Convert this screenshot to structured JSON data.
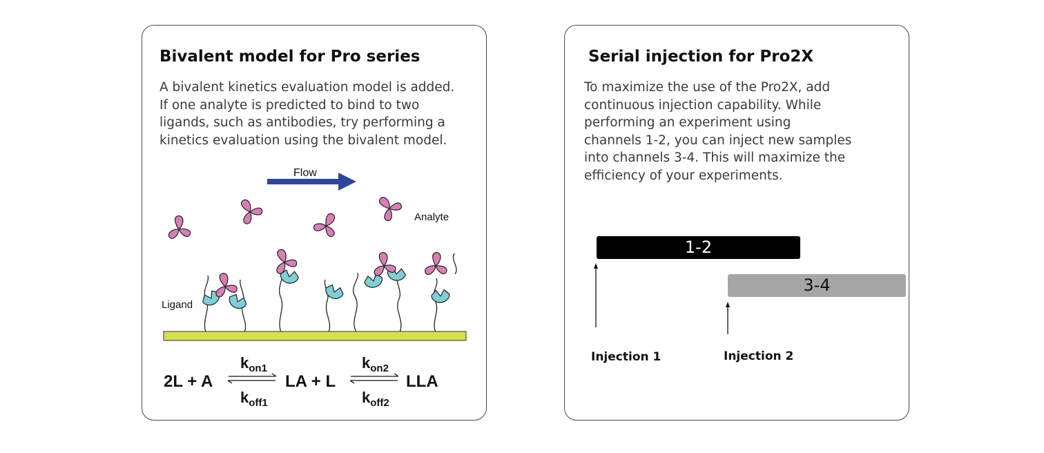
{
  "left_card": {
    "title": "Bivalent model for Pro series",
    "body_lines": [
      "A bivalent kinetics evaluation model is added.",
      "If one analyte is predicted to bind to two",
      "ligands, such as antibodies, try performing a",
      "kinetics evaluation using the bivalent model."
    ],
    "diagram": {
      "flow_label": "Flow",
      "analyte_label": "Analyte",
      "ligand_label": "Ligand",
      "colors": {
        "analyte": "#d97eb4",
        "ligand": "#7ecfd6",
        "surface": "#d6e04a",
        "flow_arrow": "#2e479c"
      },
      "equation": {
        "left": "2L + A",
        "middle": "LA + L",
        "right": "LLA",
        "k_on1_base": "k",
        "k_on1_sub": "on1",
        "k_off1_base": "k",
        "k_off1_sub": "off1",
        "k_on2_base": "k",
        "k_on2_sub": "on2",
        "k_off2_base": "k",
        "k_off2_sub": "off2"
      }
    }
  },
  "right_card": {
    "title": "Serial injection for Pro2X",
    "body_lines": [
      "To maximize the use of the Pro2X, add",
      "continuous injection capability. While",
      "performing an experiment using",
      "channels 1-2, you can inject new samples",
      "into channels 3-4. This will maximize the",
      "efficiency of your experiments."
    ],
    "timeline": {
      "bar1_label": "1-2",
      "bar2_label": "3-4",
      "injection1_label": "Injection 1",
      "injection2_label": "Injection 2",
      "colors": {
        "bar1": "#000000",
        "bar2": "#a6a6a6"
      }
    }
  }
}
